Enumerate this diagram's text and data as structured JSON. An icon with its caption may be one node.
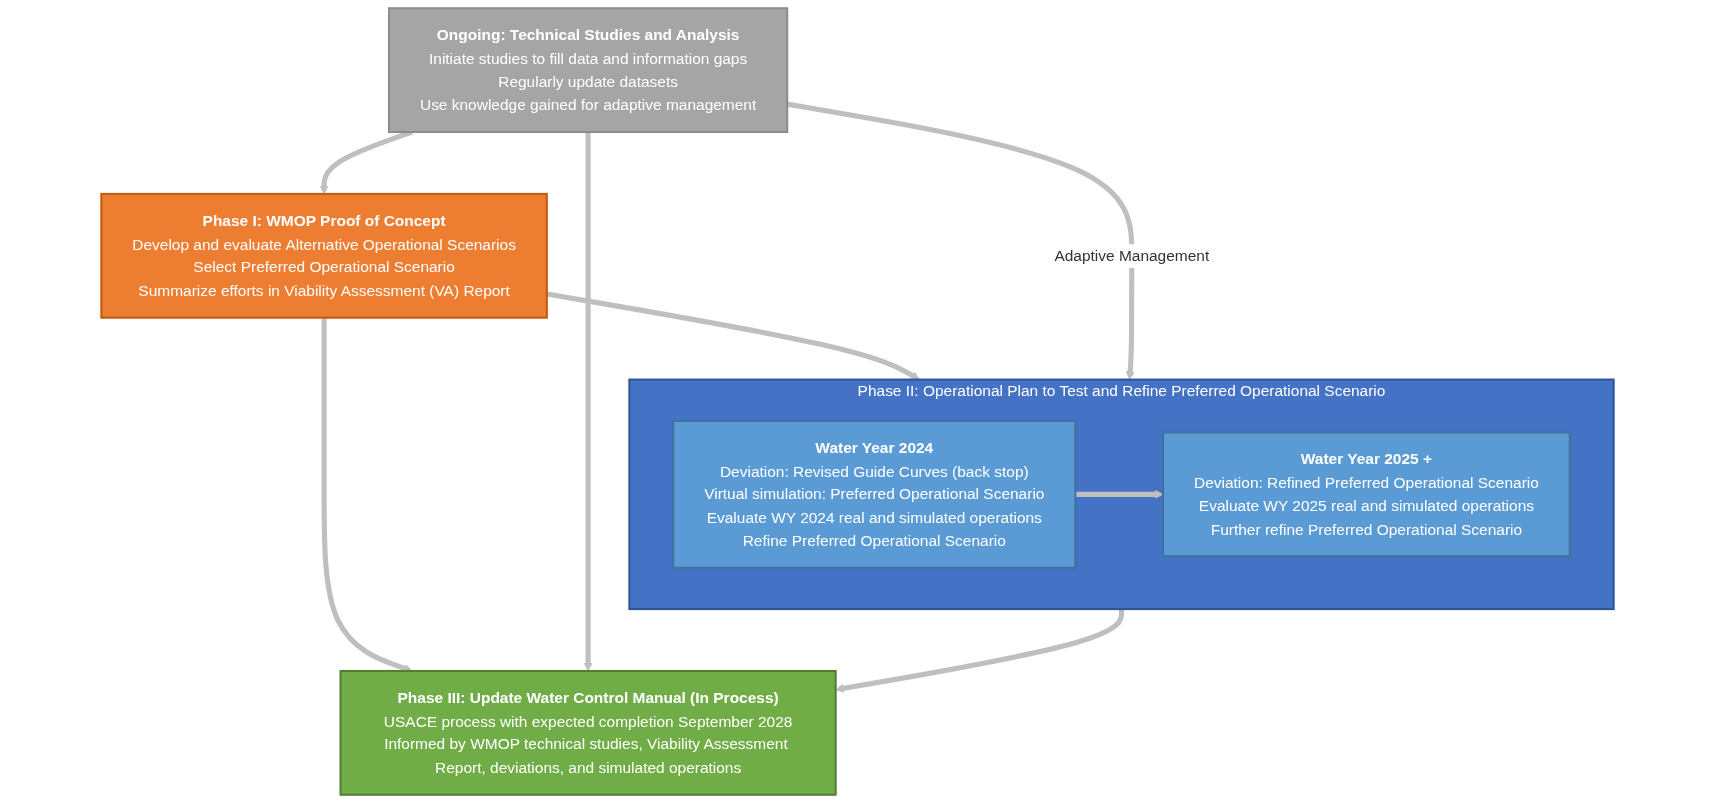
{
  "diagram": {
    "nodes": [
      {
        "text": [
          "Phase I: WMOP Proof of Concept",
          "Develop and evaluate Alternative Operational Scenarios",
          "Select Preferred Operational Scenario",
          "Summarize efforts in Viability Assessment (VA) Report"
        ]
      },
      {
        "text": [
          "Ongoing: Technical Studies and Analysis",
          "Initiate studies to fill data and information gaps",
          "Regularly update datasets",
          "Use knowledge gained for adaptive management"
        ]
      },
      {
        "text": [
          "Phase II: Operational Plan to Test and Refine Preferred Operational Scenario"
        ]
      },
      {
        "text": [
          "Water Year 2024",
          "Deviation: Revised Guide Curves (back stop)",
          "Virtual simulation: Preferred Operational Scenario",
          "Evaluate WY 2024 real and simulated operations",
          "Refine Preferred Operational Scenario"
        ],
        "in": 2
      },
      {
        "text": [
          "Water Year 2025 +",
          "Deviation: Refined Preferred Operational Scenario",
          "Evaluate WY 2025 real and simulated operations",
          "Further refine Preferred Operational Scenario"
        ],
        "in": 2
      },
      {
        "text": [
          "Phase III: Update Water Control Manual (In Process)",
          "USACE process with expected completion September 2028",
          "Informed by WMOP technical studies, Viability Assessment Report, deviations, and simulated operations"
        ]
      }
    ],
    "edges": [
      {
        "from": 1,
        "to": 0,
        "arrow": "to"
      },
      {
        "from": 0,
        "to": 2,
        "arrow": "to"
      },
      {
        "from": 0,
        "to": 5,
        "arrow": "to"
      },
      {
        "from": 3,
        "to": 4,
        "arrow": "to"
      },
      {
        "from": 2,
        "to": 5,
        "arrow": "to"
      },
      {
        "from": 1,
        "to": 2,
        "arrow": "to",
        "label": "Adaptive Management"
      },
      {
        "from": 1,
        "to": 5,
        "arrow": "to"
      }
    ]
  }
}
